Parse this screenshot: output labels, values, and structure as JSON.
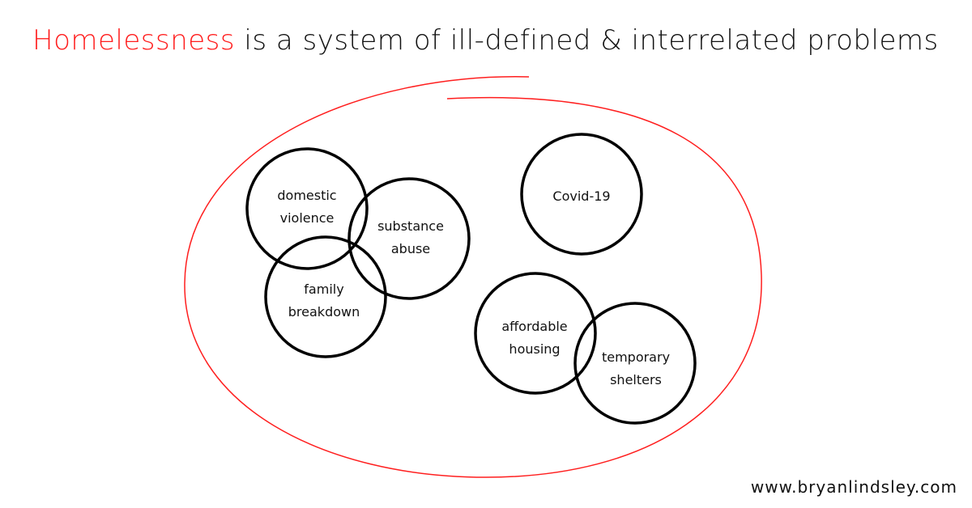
{
  "title": {
    "highlight": "Homelessness",
    "rest": " is a system of ill-defined & interrelated problems"
  },
  "colors": {
    "accent": "#ff1e1e",
    "ink": "#111111"
  },
  "problems": [
    {
      "label": "domestic violence"
    },
    {
      "label": "substance abuse"
    },
    {
      "label": "family breakdown"
    },
    {
      "label": "Covid-19"
    },
    {
      "label": "affordable housing"
    },
    {
      "label": "temporary shelters"
    }
  ],
  "footer": {
    "url": "www.bryanlindsley.com"
  }
}
